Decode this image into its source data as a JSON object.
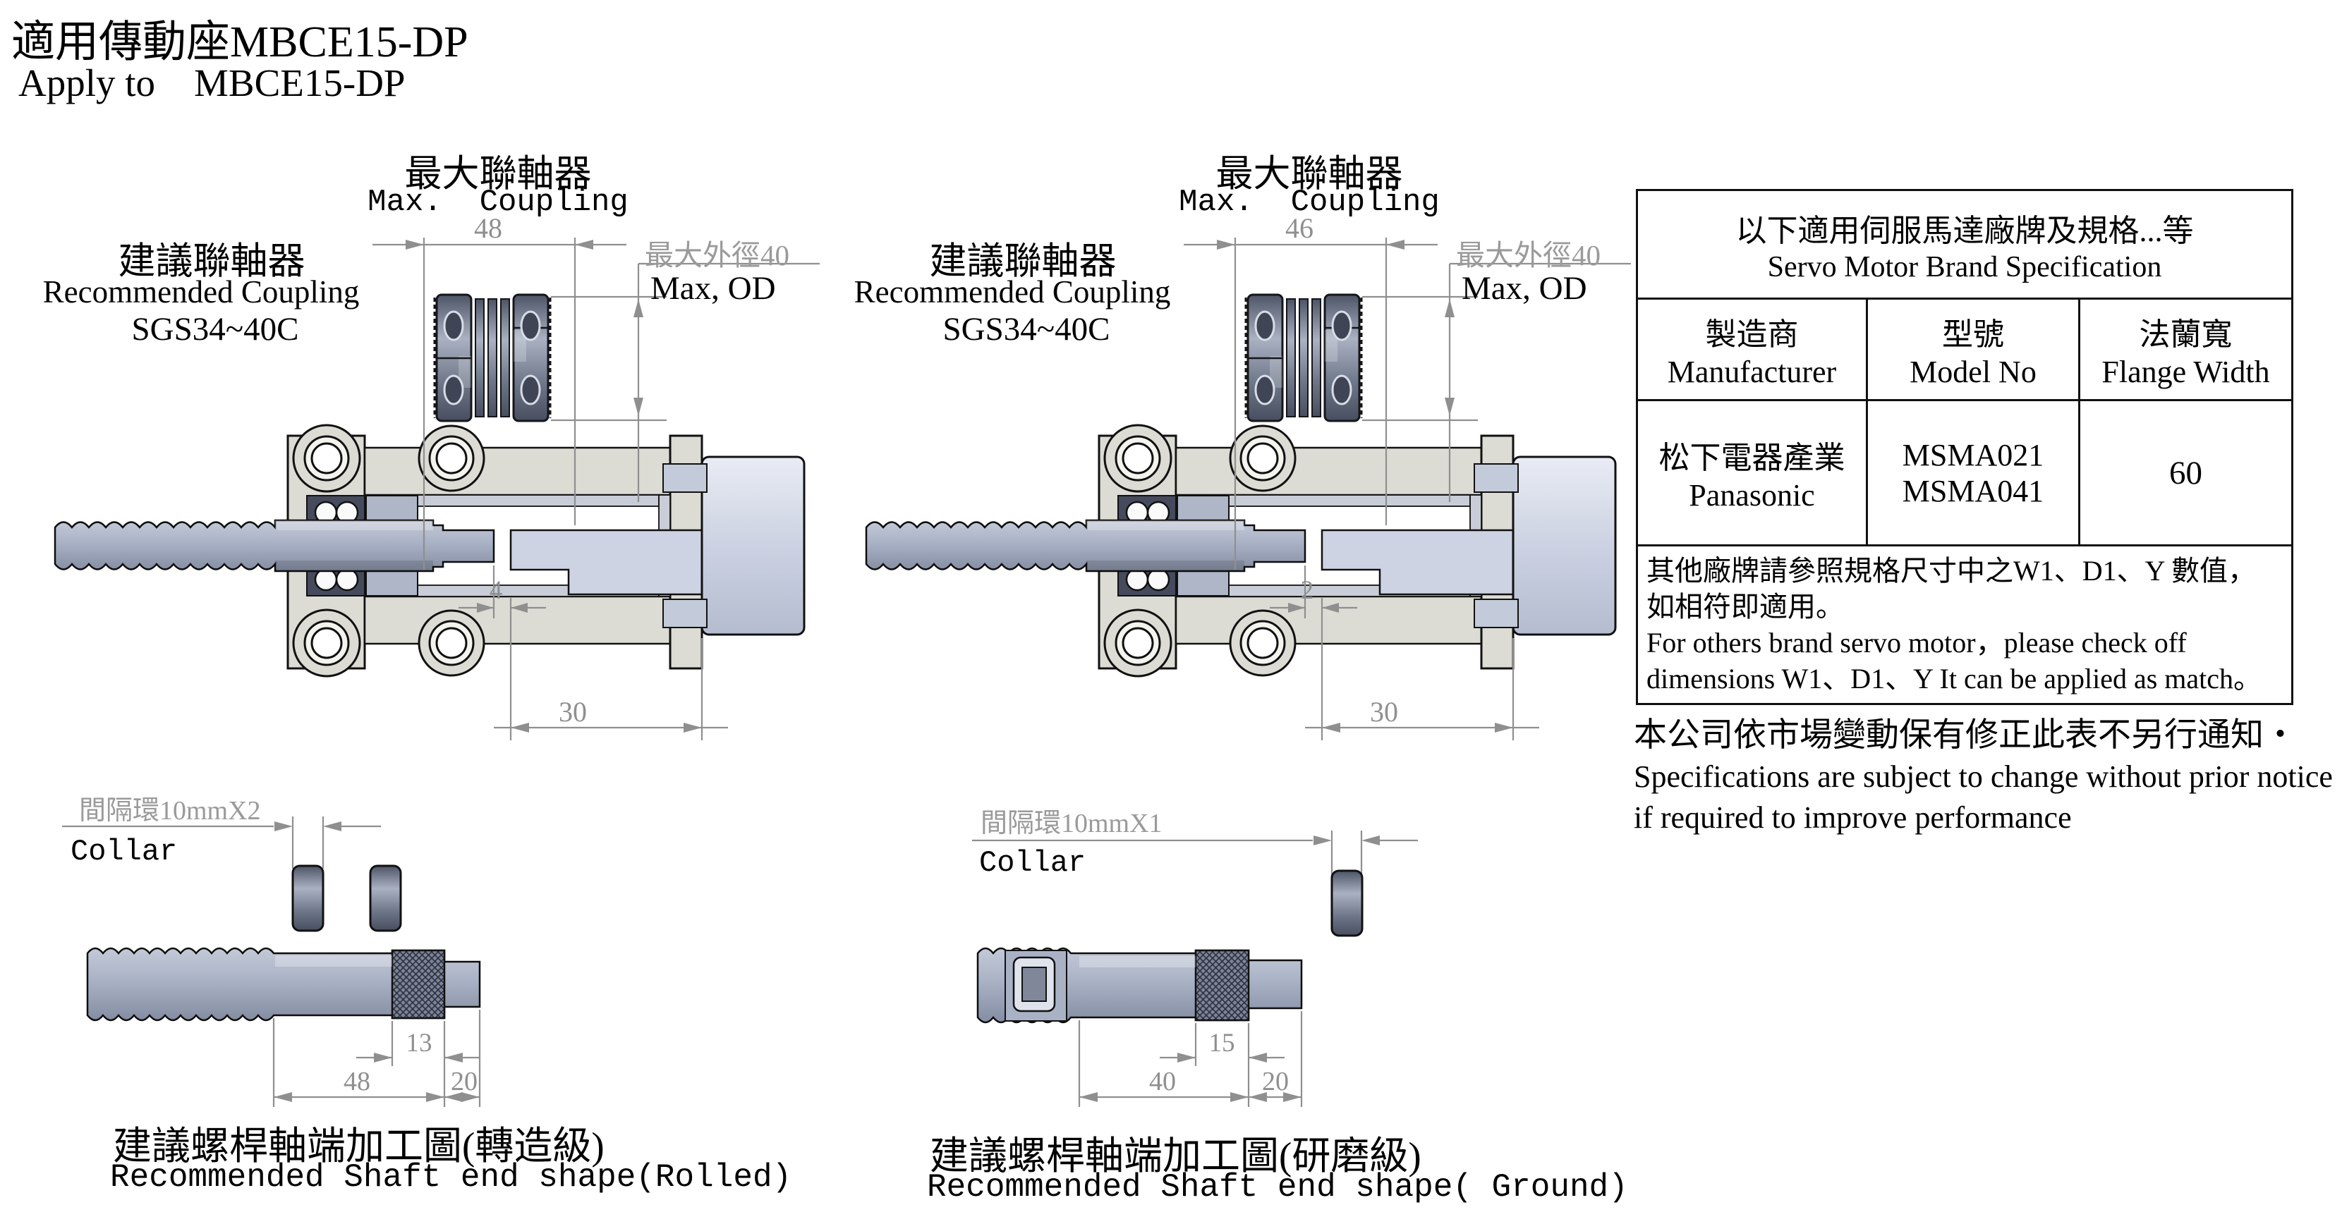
{
  "page_title": {
    "zh": "適用傳動座MBCE15-DP",
    "en": "Apply to    MBCE15-DP"
  },
  "asm_left": {
    "max_coupling_zh": "最大聯軸器",
    "max_coupling_en": "Max.  Coupling",
    "coupling_width": "48",
    "max_od_zh": "最大外徑40",
    "max_od_en": "Max, OD",
    "rec_zh": "建議聯軸器",
    "rec_en": "Recommended Coupling",
    "rec_model": "SGS34~40C",
    "gap_dim": "4",
    "depth_dim": "30"
  },
  "asm_right": {
    "max_coupling_zh": "最大聯軸器",
    "max_coupling_en": "Max.  Coupling",
    "coupling_width": "46",
    "max_od_zh": "最大外徑40",
    "max_od_en": "Max, OD",
    "rec_zh": "建議聯軸器",
    "rec_en": "Recommended Coupling",
    "rec_model": "SGS34~40C",
    "gap_dim": "2",
    "depth_dim": "30"
  },
  "spec_table": {
    "title_zh": "以下適用伺服馬達廠牌及規格...等",
    "title_en": "Servo Motor Brand Specification",
    "cols": [
      {
        "zh": "製造商",
        "en": "Manufacturer"
      },
      {
        "zh": "型號",
        "en": "Model No"
      },
      {
        "zh": "法蘭寬",
        "en": "Flange Width"
      }
    ],
    "row": {
      "mfr_zh": "松下電器產業",
      "mfr_en": "Panasonic",
      "model_a": "MSMA021",
      "model_b": "MSMA041",
      "flange": "60"
    },
    "note_zh1": "其他廠牌請參照規格尺寸中之W1、D1、Y 數值，",
    "note_zh2": "如相符即適用。",
    "note_en1": "For others brand servo motor，please check off",
    "note_en2": "dimensions W1、D1、Y It can be applied as match。"
  },
  "footer": {
    "zh": "本公司依市場變動保有修正此表不另行通知・",
    "en1": "Specifications are subject to change without prior notice",
    "en2": "if required to improve performance"
  },
  "shaft_left": {
    "collar_zh": "間隔環10mmX2",
    "collar_en": "Collar",
    "dim_mid": "13",
    "dim_body": "48",
    "dim_end": "20",
    "caption_zh": "建議螺桿軸端加工圖(轉造級)",
    "caption_en": "Recommended Shaft end shape(Rolled)"
  },
  "shaft_right": {
    "collar_zh": "間隔環10mmX1",
    "collar_en": "Collar",
    "dim_mid": "15",
    "dim_body": "40",
    "dim_end": "20",
    "caption_zh": "建議螺桿軸端加工圖(研磨級)",
    "caption_en": "Recommended Shaft end shape( Ground)"
  },
  "colors": {
    "dimension_gray": "#8f8f8f",
    "housing_fill": "#dcdcd5",
    "motor_fill": "#ccd2e2",
    "shaft_steel": "#a9b2c5",
    "coupling_slate": "#6e7789",
    "outline": "#111111"
  }
}
